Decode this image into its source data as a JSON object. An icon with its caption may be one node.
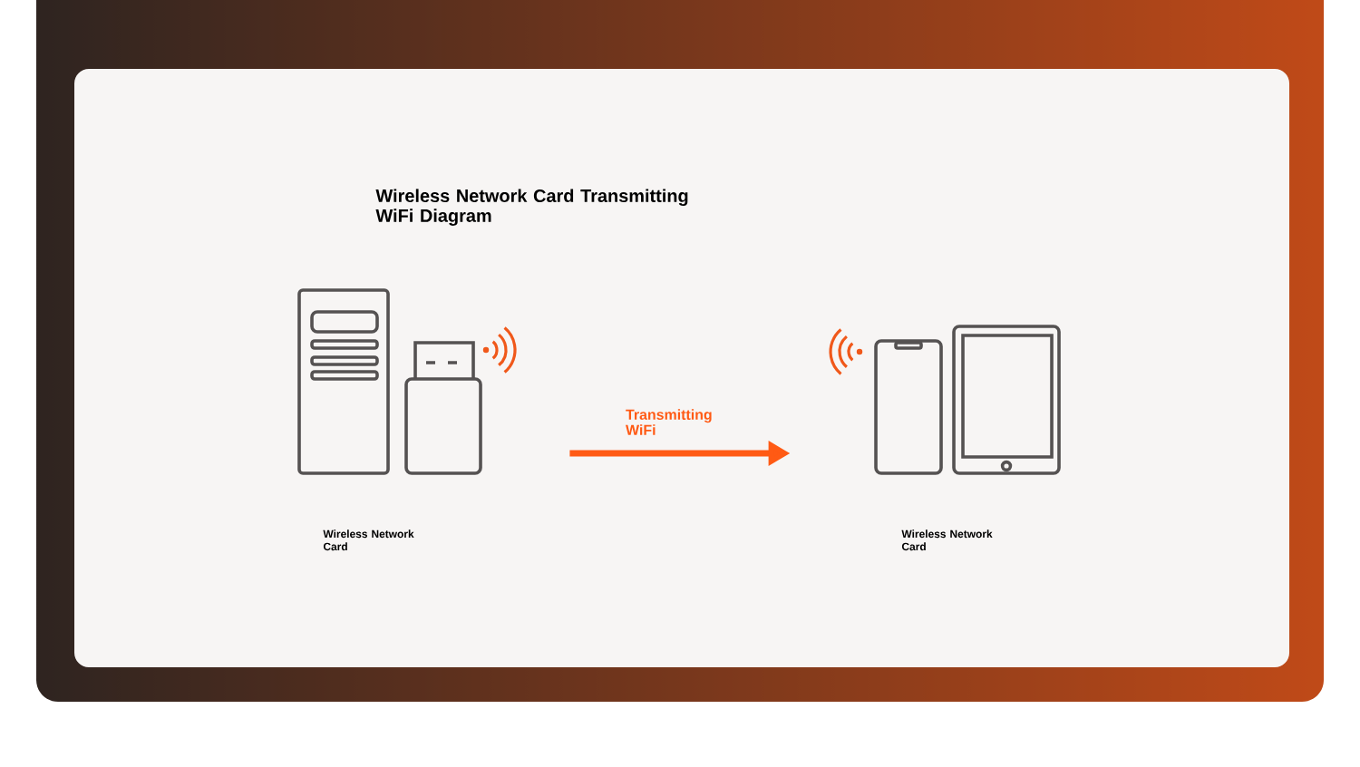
{
  "diagram": {
    "title": "Wireless Network Card Transmitting WiFi Diagram",
    "nodes": [
      {
        "text": [],
        "shape": "picture"
      },
      {
        "text": [],
        "shape": "picture"
      }
    ],
    "edges": [
      {
        "from": 0,
        "to": 1,
        "arrow": "to",
        "label": "Transmitting WiFi",
        "color": "#ff5a14"
      }
    ],
    "labels": [
      "Wireless Network Card",
      "Wireless Network Card"
    ]
  }
}
